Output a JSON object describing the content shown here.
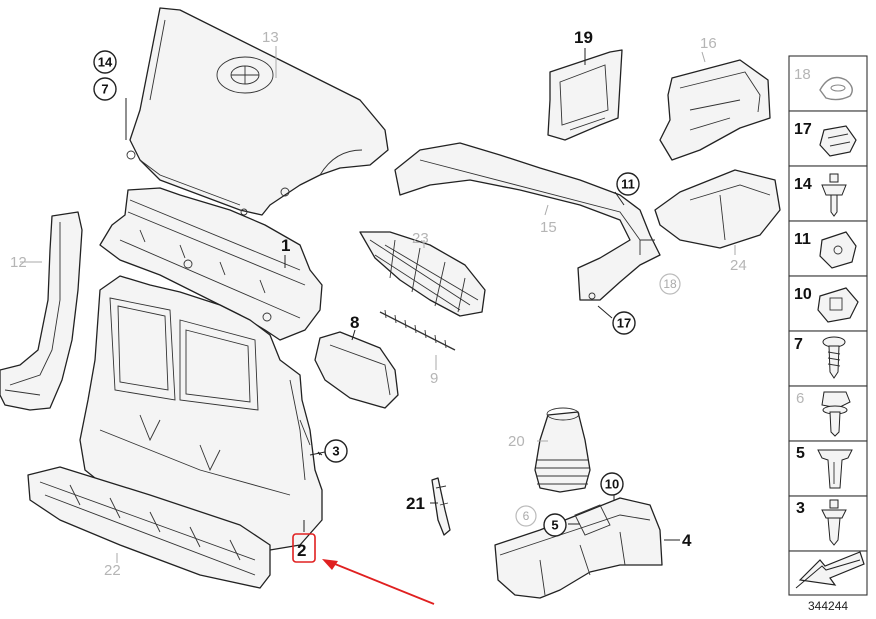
{
  "callouts": {
    "p1": "1",
    "p2": "2",
    "p3": "3",
    "p4": "4",
    "p5": "5",
    "p6": "6",
    "p7": "7",
    "p8": "8",
    "p9": "9",
    "p10": "10",
    "p11": "11",
    "p12": "12",
    "p13": "13",
    "p14": "14",
    "p15": "15",
    "p16": "16",
    "p17": "17",
    "p18": "18",
    "p19": "19",
    "p20": "20",
    "p21": "21",
    "p22": "22",
    "p23": "23",
    "p24": "24"
  },
  "sidebar": {
    "items": [
      "18",
      "17",
      "14",
      "11",
      "10",
      "7",
      "6",
      "5",
      "3"
    ]
  },
  "reference_number": "344244",
  "highlight": {
    "part": "2",
    "color": "#e02020"
  }
}
